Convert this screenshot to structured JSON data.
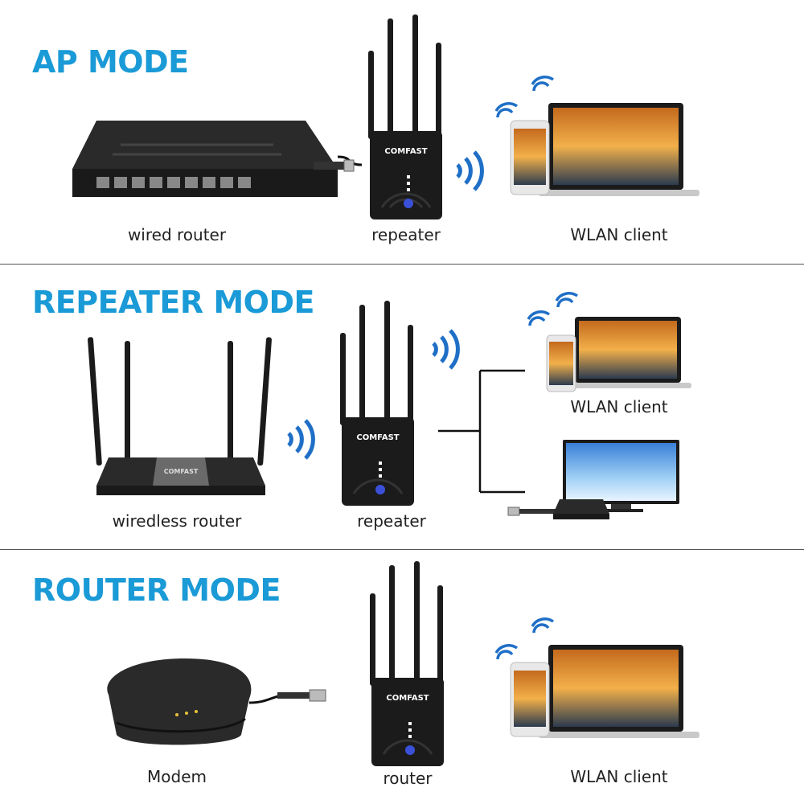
{
  "colors": {
    "title_blue": "#1a9ad6",
    "wave_blue": "#1f6fc7",
    "device_black": "#1b1b1b"
  },
  "sections": [
    {
      "title": "AP MODE",
      "captions": {
        "source": "wired router",
        "repeater": "repeater",
        "client": "WLAN client"
      }
    },
    {
      "title": "REPEATER MODE",
      "captions": {
        "source": "wiredless router",
        "repeater": "repeater",
        "client": "WLAN client"
      }
    },
    {
      "title": "ROUTER MODE",
      "captions": {
        "source": "Modem",
        "repeater": "router",
        "client": "WLAN client"
      }
    }
  ],
  "brand": "COMFAST",
  "icons": [
    "wifi-icon",
    "repeater-icon",
    "laptop-icon",
    "phone-icon",
    "tv-icon",
    "ethernet-cable-icon",
    "router-icon",
    "switch-icon",
    "modem-icon"
  ]
}
